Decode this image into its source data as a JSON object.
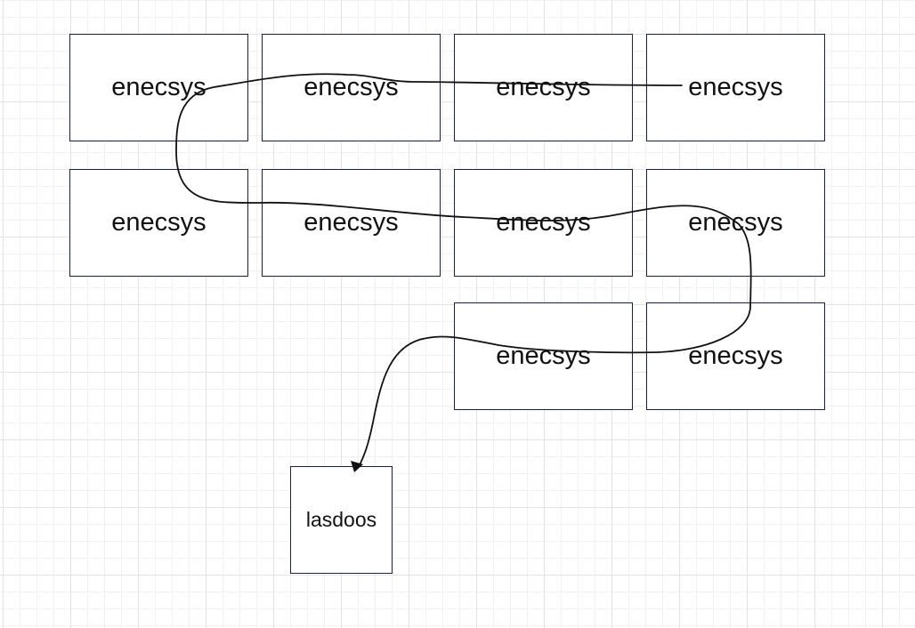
{
  "diagram": {
    "nodes": [
      {
        "id": "n1",
        "label": "enecsys"
      },
      {
        "id": "n2",
        "label": "enecsys"
      },
      {
        "id": "n3",
        "label": "enecsys"
      },
      {
        "id": "n4",
        "label": "enecsys"
      },
      {
        "id": "n5",
        "label": "enecsys"
      },
      {
        "id": "n6",
        "label": "enecsys"
      },
      {
        "id": "n7",
        "label": "enecsys"
      },
      {
        "id": "n8",
        "label": "enecsys"
      },
      {
        "id": "n9",
        "label": "enecsys"
      },
      {
        "id": "n10",
        "label": "enecsys"
      },
      {
        "id": "n11",
        "label": "lasdoos"
      }
    ],
    "connector": {
      "path": [
        "n4",
        "n3",
        "n2",
        "n1",
        "n5",
        "n6",
        "n7",
        "n8",
        "n10",
        "n9",
        "n11"
      ],
      "arrowhead": "end",
      "color": "#111111"
    },
    "colors": {
      "box_border": "#1b1f3b",
      "grid_major": "#e2e2e2",
      "grid_minor": "#f1f1f1"
    }
  }
}
